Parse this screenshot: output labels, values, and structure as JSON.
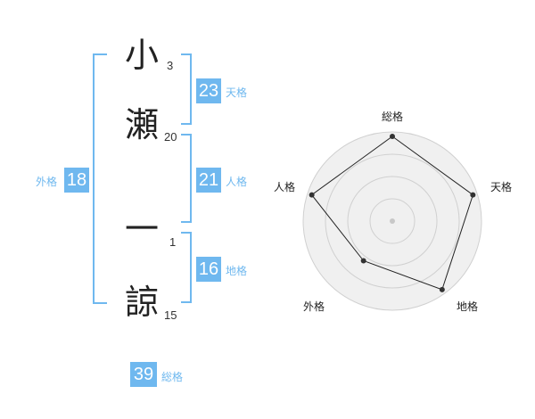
{
  "name": {
    "chars": [
      {
        "char": "小",
        "strokes": "3"
      },
      {
        "char": "瀬",
        "strokes": "20"
      },
      {
        "char": "一",
        "strokes": "1"
      },
      {
        "char": "諒",
        "strokes": "15"
      }
    ]
  },
  "scores": {
    "tenkaku": {
      "value": "23",
      "label": "天格"
    },
    "jinkaku": {
      "value": "21",
      "label": "人格"
    },
    "chikaku": {
      "value": "16",
      "label": "地格"
    },
    "gaikaku": {
      "value": "18",
      "label": "外格"
    },
    "soukaku": {
      "value": "39",
      "label": "総格"
    }
  },
  "chart_data": {
    "type": "radar",
    "axes": [
      "総格",
      "天格",
      "地格",
      "外格",
      "人格"
    ],
    "values": [
      0.95,
      0.95,
      0.95,
      0.55,
      0.95
    ],
    "rings": 4,
    "colors": {
      "fill": "#f0f0f0",
      "ring": "#d0d0d0",
      "line": "#222222",
      "point": "#333333",
      "center": "#c8c8c8"
    }
  }
}
